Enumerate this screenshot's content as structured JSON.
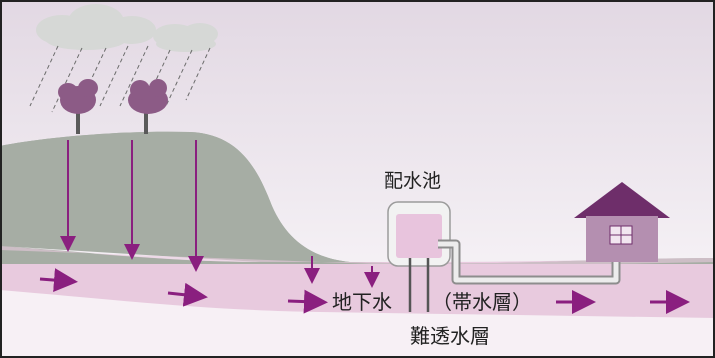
{
  "labels": {
    "reservoir": "配水池",
    "groundwater": "地下水",
    "aquifer": "（帯水層）",
    "impermeable": "難透水層"
  },
  "colors": {
    "sky_top": "#e6dde6",
    "hill": "#a4aca2",
    "aquifer": "#e7c9de",
    "impermeable": "#f7f0f5",
    "arrow": "#8a1f7f",
    "tree": "#8c5b86",
    "house": "#6e2e6a",
    "cloud": "#d4d6d4",
    "frame": "#222222"
  },
  "icons": [
    "cloud-icon",
    "rain-icon",
    "tree-icon",
    "house-icon",
    "reservoir-tank-icon",
    "arrow-icon"
  ]
}
